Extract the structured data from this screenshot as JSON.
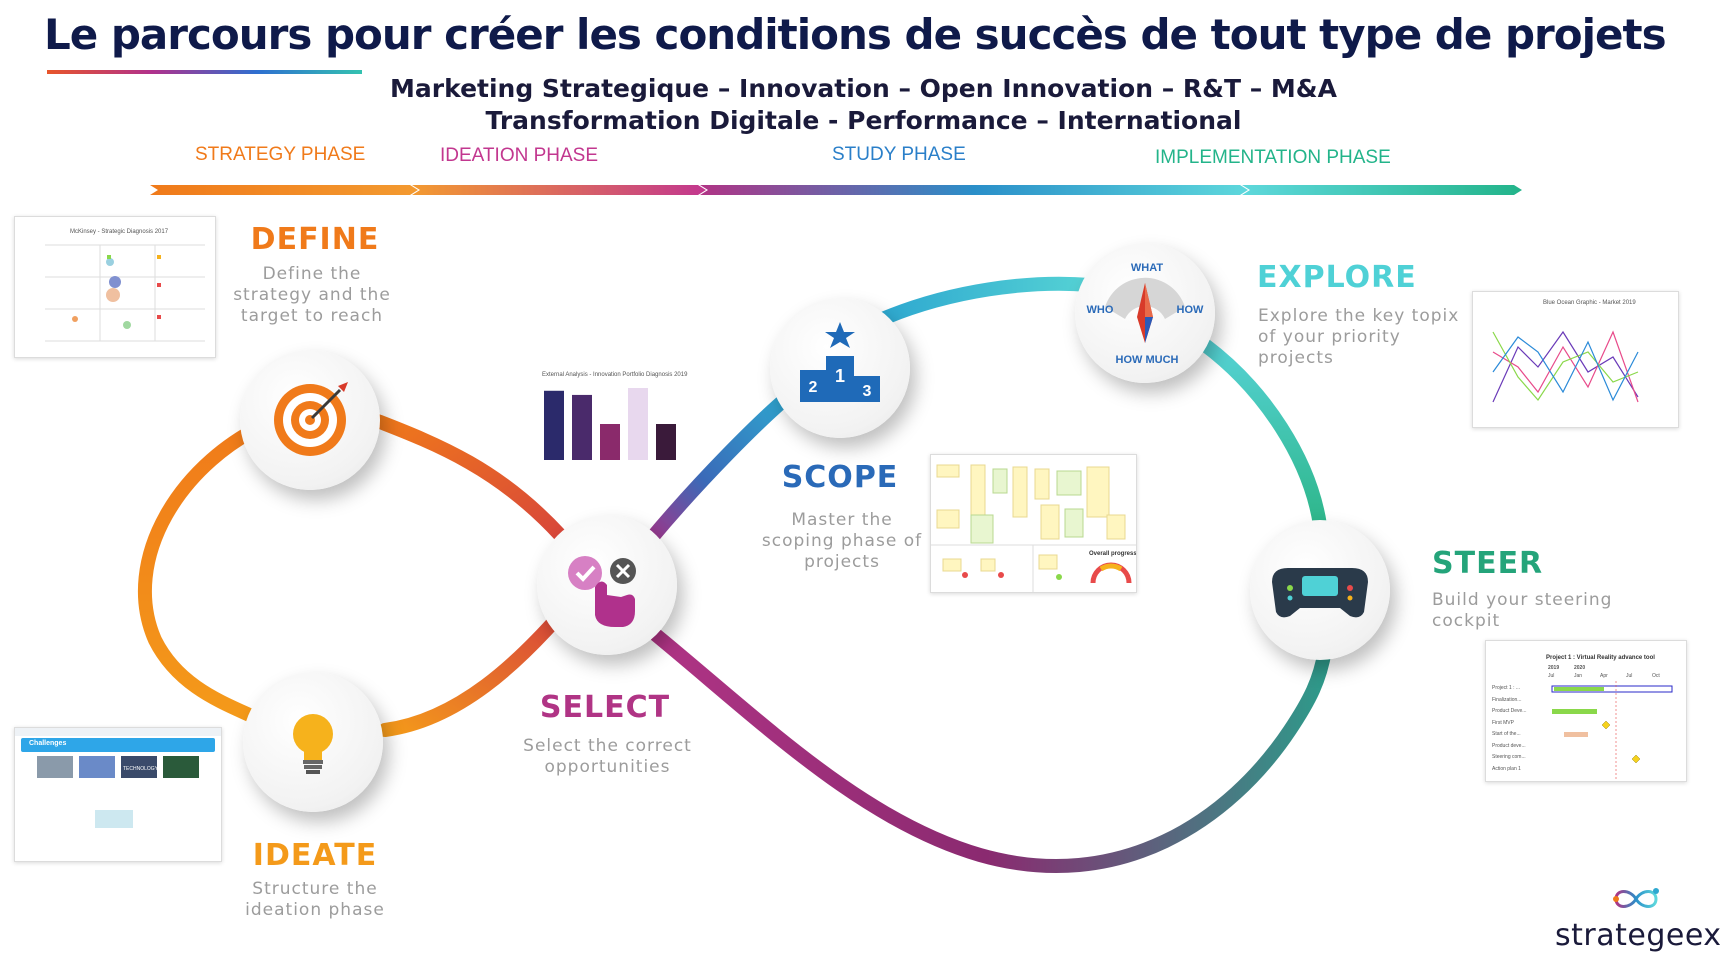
{
  "header": {
    "title": "Le parcours pour créer les conditions de succès de tout type de projets",
    "subtitle_line1": "Marketing Strategique – Innovation – Open Innovation – R&T – M&A",
    "subtitle_line2": "Transformation Digitale - Performance – International"
  },
  "phases": [
    {
      "label": "STRATEGY PHASE",
      "color": "#f07a1a"
    },
    {
      "label": "IDEATION PHASE",
      "color": "#c2378f"
    },
    {
      "label": "STUDY PHASE",
      "color": "#2a7fc9"
    },
    {
      "label": "IMPLEMENTATION PHASE",
      "color": "#23b48a"
    }
  ],
  "stages": {
    "define": {
      "title": "DEFINE",
      "desc": "Define the strategy and the target to reach",
      "color": "#f07a1a",
      "icon": "target-icon"
    },
    "ideate": {
      "title": "IDEATE",
      "desc": "Structure the ideation phase",
      "color": "#f49a1a",
      "icon": "lightbulb-icon"
    },
    "select": {
      "title": "SELECT",
      "desc": "Select the correct opportunities",
      "color": "#b03485",
      "icon": "select-hand-icon"
    },
    "scope": {
      "title": "SCOPE",
      "desc": "Master the scoping phase of projects",
      "color": "#2a6ab8",
      "icon": "podium-icon"
    },
    "explore": {
      "title": "EXPLORE",
      "desc": "Explore the key topix of your priority projects",
      "color": "#4fd1d6",
      "icon": "compass-icon"
    },
    "steer": {
      "title": "STEER",
      "desc": "Build your steering cockpit",
      "color": "#24a47a",
      "icon": "steering-wheel-icon"
    }
  },
  "compass": {
    "what": "WHAT",
    "who": "WHO",
    "how": "HOW",
    "how_much": "HOW MUCH"
  },
  "podium": {
    "first": "1",
    "second": "2",
    "third": "3"
  },
  "thumbnails": {
    "mckinsey_title": "McKinsey - Strategic Diagnosis 2017",
    "innovation_title": "External Analysis - Innovation Portfolio Diagnosis 2019",
    "innovation_bars": [
      100,
      94,
      52,
      104,
      52
    ],
    "innovation_colors": [
      "#2b2a6b",
      "#4a2a6b",
      "#8a2a6b",
      "#e8d8ee",
      "#3a1a3a"
    ],
    "blue_ocean_title": "Blue Ocean Graphic - Market 2019",
    "overall_progress": "Overall progress",
    "challenges_label": "Challenges",
    "technology_label": "TECHNOLOGY",
    "gantt_title": "Project 1 : Virtual Reality advance tool",
    "gantt_years": [
      "2019",
      "2020"
    ],
    "gantt_months": [
      "Jul",
      "Jan",
      "Apr",
      "Jul",
      "Oct"
    ],
    "gantt_rows": [
      "Project 1 : ...",
      "Finalization...",
      "Product Deve...",
      "First MVP",
      "Start of the...",
      "Product deve...",
      "Steering com...",
      "Action plan 1"
    ]
  },
  "brand": {
    "name": "strategeex"
  }
}
